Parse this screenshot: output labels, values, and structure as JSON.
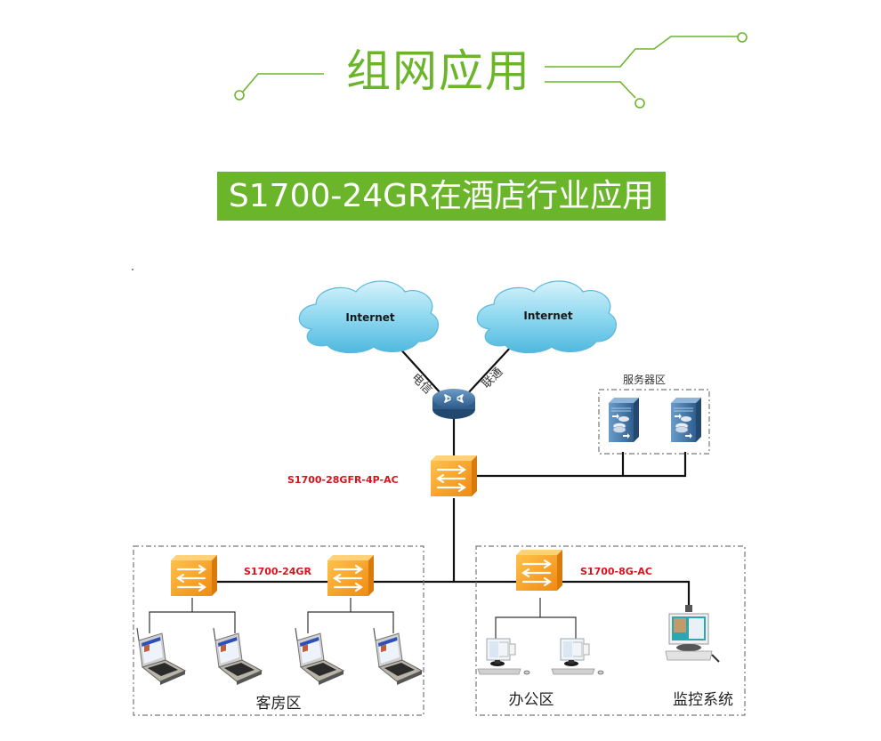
{
  "heading": {
    "title": "组网应用",
    "accent_color": "#6bb52b"
  },
  "banner": {
    "text": "S1700-24GR在酒店行业应用",
    "background_color": "#6bb52b",
    "text_color": "#ffffff"
  },
  "diagram": {
    "clouds": [
      {
        "label": "Internet"
      },
      {
        "label": "Internet"
      }
    ],
    "isp_links": {
      "left": "电信",
      "right": "联通"
    },
    "router": {
      "icon": "router-icon"
    },
    "core_switch": {
      "label": "S1700-28GFR-4P-AC",
      "icon": "switch-icon"
    },
    "server_zone": {
      "label": "服务器区",
      "servers": [
        {
          "icon": "server-icon"
        },
        {
          "icon": "server-icon"
        }
      ]
    },
    "guest_zone": {
      "label": "客房区",
      "switch_label": "S1700-24GR",
      "switches": [
        {
          "icon": "switch-icon"
        },
        {
          "icon": "switch-icon"
        }
      ],
      "devices": [
        {
          "icon": "laptop-icon"
        },
        {
          "icon": "laptop-icon"
        },
        {
          "icon": "laptop-icon"
        },
        {
          "icon": "laptop-icon"
        }
      ]
    },
    "office_zone": {
      "label": "办公区",
      "switch_label": "S1700-8G-AC",
      "devices": [
        {
          "icon": "desktop-pc-icon"
        },
        {
          "icon": "desktop-pc-icon"
        }
      ]
    },
    "monitoring_zone": {
      "label": "监控系统",
      "device": {
        "icon": "monitoring-workstation-icon"
      }
    },
    "label_color": "#d9121b",
    "switch_color": "#f5a623",
    "router_color": "#3d6e9e",
    "server_color": "#4a7fb0",
    "cloud_color": "#7ed0ec"
  }
}
